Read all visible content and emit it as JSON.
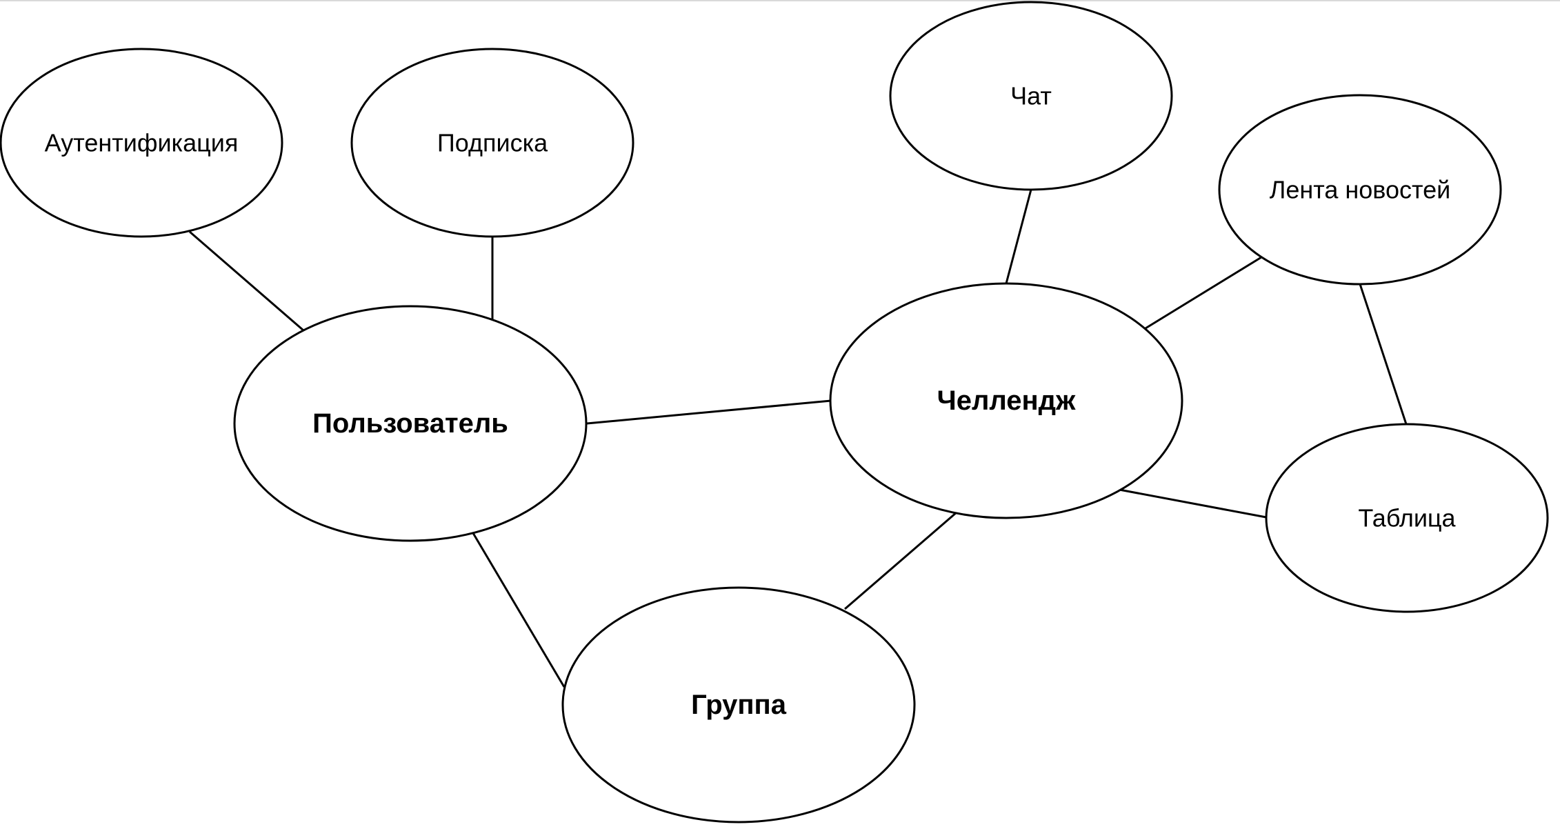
{
  "diagram": {
    "nodes": {
      "authentication": "Аутентификация",
      "subscription": "Подписка",
      "user": "Пользователь",
      "chat": "Чат",
      "news_feed": "Лента новостей",
      "challenge": "Челлендж",
      "table": "Таблица",
      "group": "Группа"
    },
    "edges": [
      [
        "authentication",
        "user"
      ],
      [
        "subscription",
        "user"
      ],
      [
        "user",
        "challenge"
      ],
      [
        "user",
        "group"
      ],
      [
        "chat",
        "challenge"
      ],
      [
        "news_feed",
        "challenge"
      ],
      [
        "news_feed",
        "table"
      ],
      [
        "challenge",
        "table"
      ],
      [
        "challenge",
        "group"
      ]
    ]
  }
}
